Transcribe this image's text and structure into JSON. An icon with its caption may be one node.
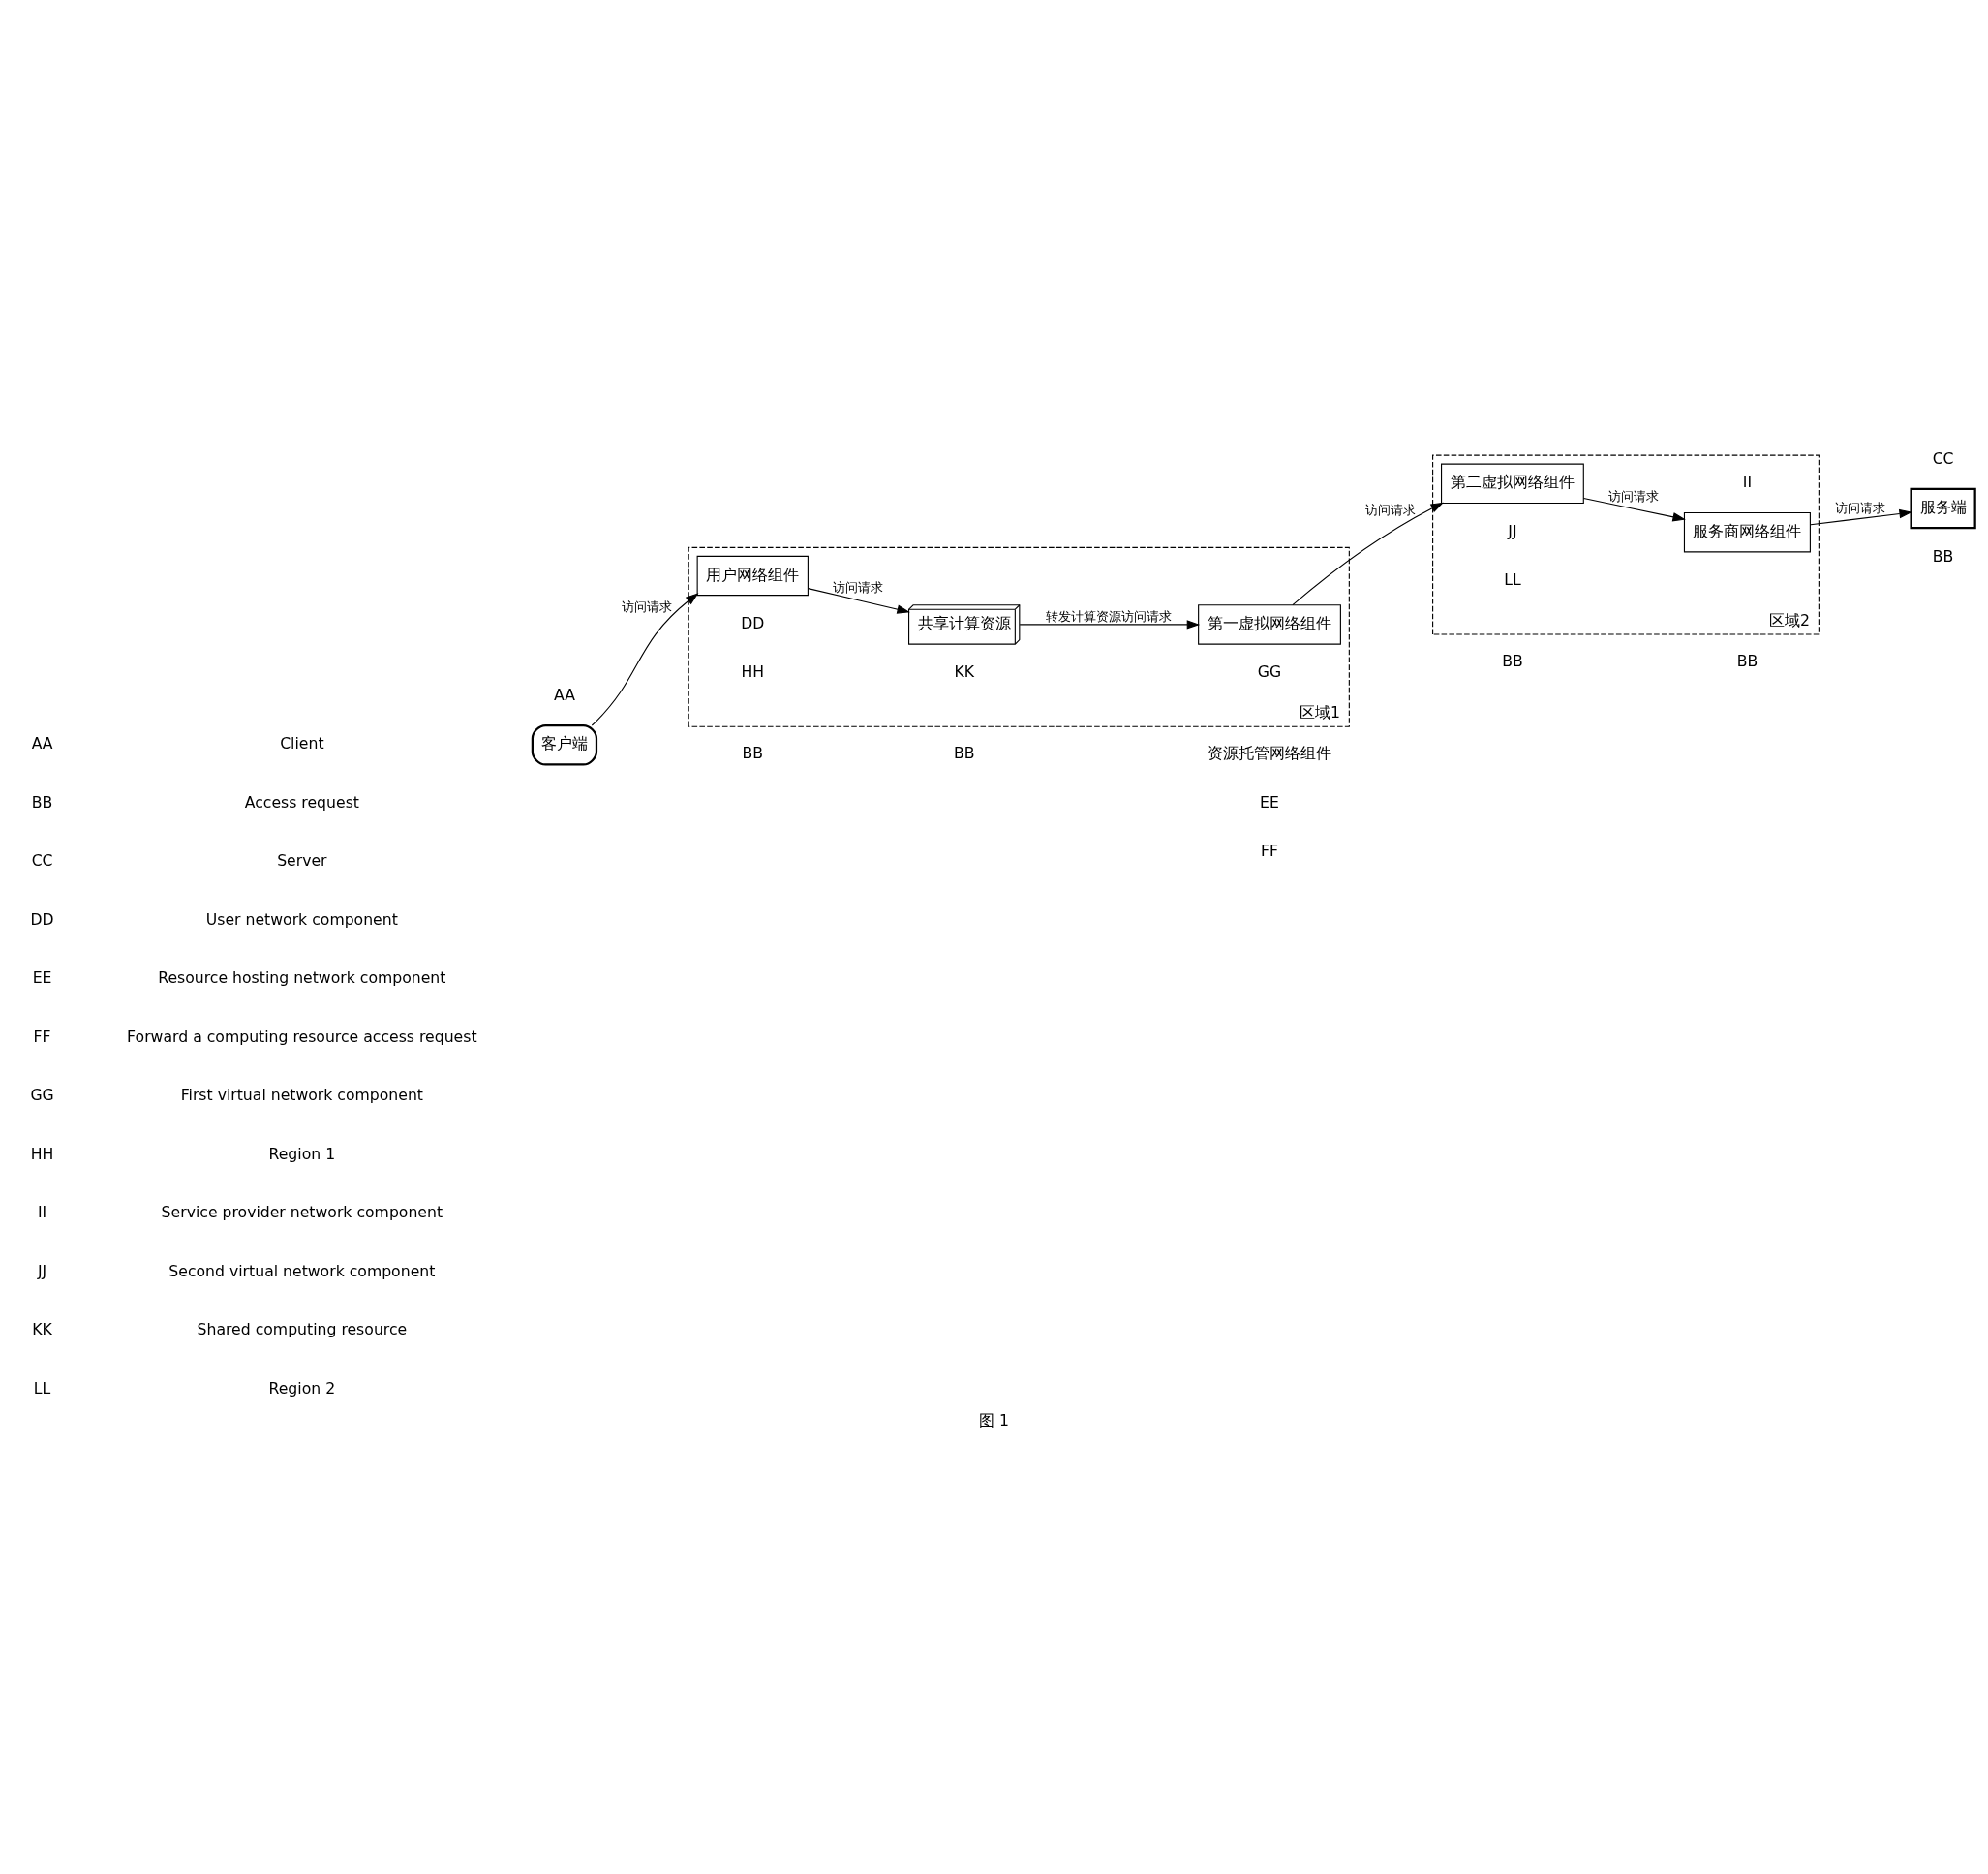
{
  "diagram": {
    "caption": "图 1",
    "nodes": [
      {
        "text": [
          "区域1"
        ],
        "beside": [
          "HH"
        ]
      },
      {
        "text": [
          "客户端"
        ],
        "beside": [
          "AA"
        ]
      },
      {
        "text": [
          "用户网络组件"
        ],
        "in": 0,
        "beside": [
          "DD"
        ]
      },
      {
        "text": [
          "共享计算资源"
        ],
        "in": 0,
        "beside": [
          "KK"
        ]
      },
      {
        "text": [
          "第一虚拟网络组件"
        ],
        "in": 0,
        "beside": [
          "GG"
        ]
      },
      {
        "text": [
          "区域2"
        ],
        "beside": [
          "LL"
        ]
      },
      {
        "text": [
          "服务商网络组件"
        ],
        "in": 5,
        "beside": [
          "II"
        ]
      },
      {
        "text": [
          "第二虚拟网络组件"
        ],
        "in": 5,
        "beside": [
          "JJ"
        ]
      },
      {
        "text": [
          "服务端"
        ],
        "beside": [
          "CC"
        ]
      }
    ],
    "edges": [
      {
        "from": 1,
        "to": 2,
        "arrow": "to",
        "label": "访问请求"
      },
      {
        "from": 2,
        "to": 3,
        "arrow": "to",
        "label": "访问请求"
      },
      {
        "from": 3,
        "to": 4,
        "arrow": "to",
        "label": "转发计算资源访问请求"
      },
      {
        "from": 4,
        "to": 7,
        "arrow": "to",
        "label": "访问请求"
      },
      {
        "from": 7,
        "to": 6,
        "arrow": "to",
        "label": "访问请求"
      },
      {
        "from": 6,
        "to": 8,
        "arrow": "to",
        "label": "访问请求"
      }
    ],
    "labels": [
      "BB",
      "资源托管网络组件",
      "EE",
      "BB",
      "FF",
      "BB",
      "BB",
      "BB",
      "AA",
      "Client",
      "BB",
      "Access request",
      "CC",
      "Server",
      "DD",
      "User network component",
      "EE",
      "Resource hosting network component",
      "FF",
      "Forward a computing resource access request",
      "GG",
      "First virtual network component",
      "HH",
      "Region 1",
      "II",
      "Service provider network component",
      "JJ",
      "Second virtual network component",
      "KK",
      "Shared computing resource",
      "LL",
      "Region 2"
    ]
  }
}
